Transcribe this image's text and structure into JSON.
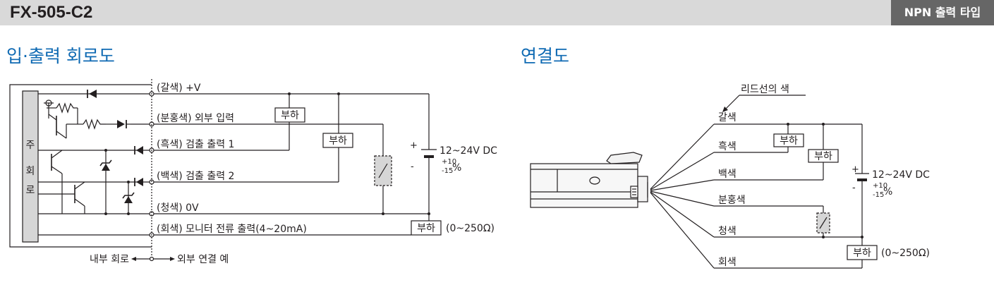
{
  "header": {
    "model": "FX-505-C2",
    "output_type": "NPN 출력 타입"
  },
  "circuit": {
    "title": "입·출력 회로도",
    "main_circuit": [
      "주",
      "회",
      "로"
    ],
    "lines": [
      "(갈색) +V",
      "(분홍색) 외부 입력",
      "(흑색) 검출 출력 1",
      "(백색) 검출 출력 2",
      "(청색) 0V",
      "(회색) 모니터 전류 출력(4~20mA)"
    ],
    "load": "부하",
    "supply": "12~24V DC",
    "tol_plus": "+10",
    "tol_minus": "-15",
    "tol_unit": "%",
    "plus": "+",
    "minus": "-",
    "resistance": "(0~250Ω)",
    "internal": "내부 회로",
    "external": "외부 연결 예"
  },
  "connection": {
    "title": "연결도",
    "lead_color_label": "리드선의 색",
    "wires": [
      "갈색",
      "흑색",
      "백색",
      "분홍색",
      "청색",
      "회색"
    ],
    "load": "부하",
    "supply": "12~24V DC",
    "tol_plus": "+10",
    "tol_minus": "-15",
    "tol_unit": "%",
    "plus": "+",
    "minus": "-",
    "resistance": "(0~250Ω)"
  },
  "colors": {
    "title_blue": "#0f6ab3",
    "header_gray": "#d9d9d9",
    "badge_gray": "#666666",
    "line": "#231f20",
    "main_box": "#d6d6d6"
  }
}
